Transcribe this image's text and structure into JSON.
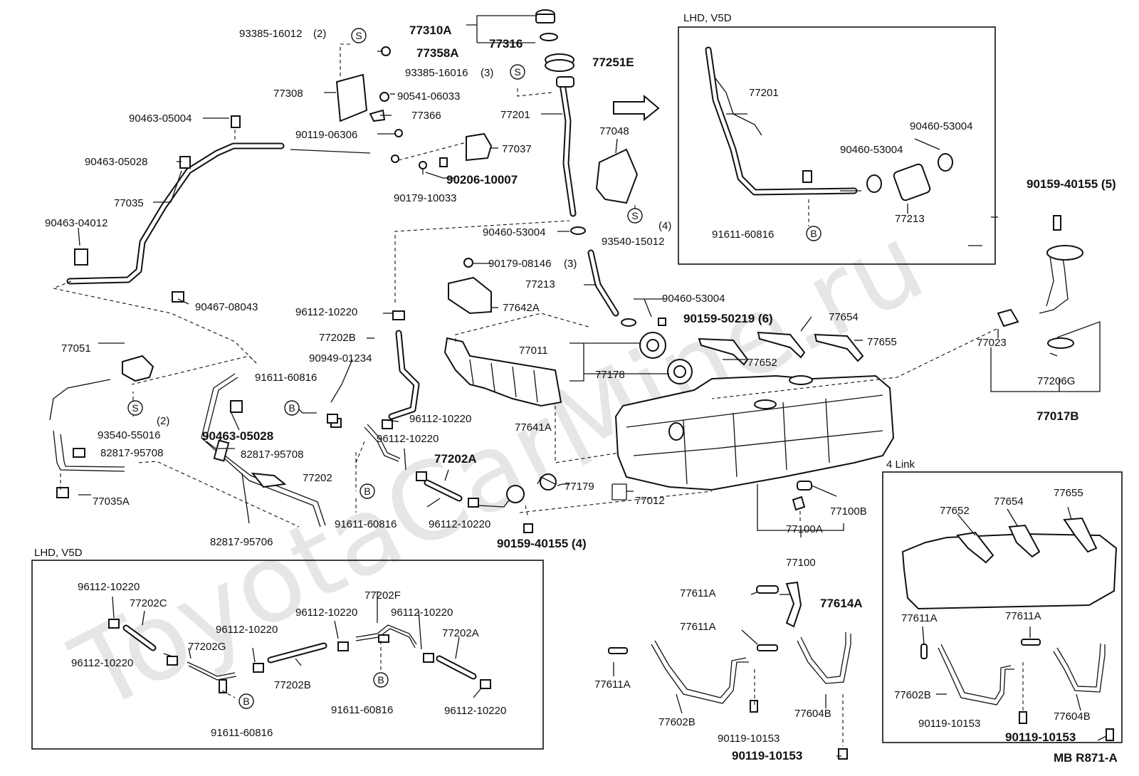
{
  "watermark": "ToyotaCarMine.ru",
  "footer_code": "MB  R871-A",
  "insets": {
    "top_right_title": "LHD, V5D",
    "bottom_left_title": "LHD, V5D",
    "bottom_right_title": "4 Link"
  },
  "markers": {
    "s": "S",
    "b": "B"
  },
  "labels": {
    "p93385_16012": "93385-16012",
    "q2a": "(2)",
    "p77310A": "77310A",
    "p77316": "77316",
    "p77358A": "77358A",
    "p77251E": "77251E",
    "p93385_16016": "93385-16016",
    "q3a": "(3)",
    "p77308": "77308",
    "p90541_06033": "90541-06033",
    "p77201": "77201",
    "p77366": "77366",
    "p90463_05004": "90463-05004",
    "p90119_06306": "90119-06306",
    "p77048": "77048",
    "p77037": "77037",
    "p90463_05028": "90463-05028",
    "p90206_10007": "90206-10007",
    "p90179_10033": "90179-10033",
    "p77035": "77035",
    "p90463_04012": "90463-04012",
    "p90460_53004a": "90460-53004",
    "p93540_15012": "93540-15012",
    "q4a": "(4)",
    "p90179_08146": "90179-08146",
    "q3b": "(3)",
    "p77213": "77213",
    "p90467_08043": "90467-08043",
    "p90460_53004b": "90460-53004",
    "p77642A": "77642A",
    "p96112_10220a": "96112-10220",
    "p90159_50219": "90159-50219 (6)",
    "p77654": "77654",
    "p77202B": "77202B",
    "p77011": "77011",
    "p77655": "77655",
    "p77051": "77051",
    "p90949_01234": "90949-01234",
    "p77652": "77652",
    "p91611_60816a": "91611-60816",
    "p77178": "77178",
    "p96112_10220b": "96112-10220",
    "p77641A": "77641A",
    "p93540_55016": "93540-55016",
    "q2b": "(2)",
    "p90463_05028b": "90463-05028",
    "p82817_95708a": "82817-95708",
    "p82817_95708b": "82817-95708",
    "p96112_10220c": "96112-10220",
    "p77202A": "77202A",
    "p77202": "77202",
    "p77179": "77179",
    "p77012": "77012",
    "p77035A": "77035A",
    "p96112_10220d": "96112-10220",
    "p91611_60816b": "91611-60816",
    "p82817_95706": "82817-95706",
    "p90159_40155b": "90159-40155 (4)",
    "p77100B": "77100B",
    "p77100A": "77100A",
    "p77100": "77100",
    "tr_77201": "77201",
    "tr_90460_53004a": "90460-53004",
    "tr_90460_53004b": "90460-53004",
    "tr_91611_60816": "91611-60816",
    "tr_77213": "77213",
    "p90159_40155a": "90159-40155 (5)",
    "p77023": "77023",
    "p77206G": "77206G",
    "p77017B": "77017B",
    "bl_96112_10220a": "96112-10220",
    "bl_77202C": "77202C",
    "bl_77202F": "77202F",
    "bl_96112_10220b": "96112-10220",
    "bl_96112_10220c": "96112-10220",
    "bl_96112_10220d": "96112-10220",
    "bl_77202G": "77202G",
    "bl_77202A": "77202A",
    "bl_96112_10220e": "96112-10220",
    "bl_77202B": "77202B",
    "bl_91611_60816a": "91611-60816",
    "bl_96112_10220f": "96112-10220",
    "bl_91611_60816b": "91611-60816",
    "m_77611A_a": "77611A",
    "m_77614A": "77614A",
    "m_77611A_b": "77611A",
    "m_77611A_c": "77611A",
    "m_77602B": "77602B",
    "m_90119_10153a": "90119-10153",
    "m_77604B": "77604B",
    "m_90119_10153b": "90119-10153",
    "br_77652": "77652",
    "br_77654": "77654",
    "br_77655": "77655",
    "br_77611A_a": "77611A",
    "br_77611A_b": "77611A",
    "br_77602B": "77602B",
    "br_77604B": "77604B",
    "br_90119_10153a": "90119-10153",
    "br_90119_10153b": "90119-10153"
  }
}
